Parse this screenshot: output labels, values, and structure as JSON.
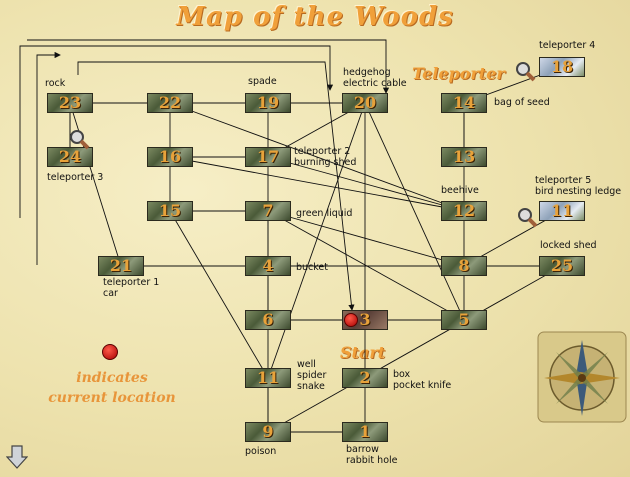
{
  "title": "Map of the Woods",
  "teleporter_heading": "Teleporter",
  "start_heading": "Start",
  "legend": {
    "line1": "indicates",
    "line2": "current location",
    "marker_color": "#d40000"
  },
  "current_location": "3",
  "nodes": [
    {
      "id": "1",
      "label": "barrow\nrabbit hole"
    },
    {
      "id": "2",
      "label": "box\npocket knife"
    },
    {
      "id": "3",
      "label": ""
    },
    {
      "id": "4",
      "label": "bucket"
    },
    {
      "id": "5",
      "label": ""
    },
    {
      "id": "6",
      "label": ""
    },
    {
      "id": "7",
      "label": "green liquid"
    },
    {
      "id": "8",
      "label": ""
    },
    {
      "id": "9",
      "label": "poison"
    },
    {
      "id": "11",
      "label": "well\nspider\nsnake"
    },
    {
      "id": "12",
      "label": "beehive"
    },
    {
      "id": "13",
      "label": ""
    },
    {
      "id": "14",
      "label": "bag of seed"
    },
    {
      "id": "15",
      "label": ""
    },
    {
      "id": "16",
      "label": ""
    },
    {
      "id": "17",
      "label": "teleporter 2\nburning shed"
    },
    {
      "id": "18",
      "label": "teleporter 4"
    },
    {
      "id": "19",
      "label": "spade"
    },
    {
      "id": "20",
      "label": "hedgehog\nelectric cable"
    },
    {
      "id": "21",
      "label": "teleporter 1\ncar"
    },
    {
      "id": "22",
      "label": ""
    },
    {
      "id": "23",
      "label": "rock"
    },
    {
      "id": "24",
      "label": "teleporter 3"
    },
    {
      "id": "25",
      "label": "locked shed"
    },
    {
      "id": "10",
      "label": "teleporter 5\nbird nesting ledge"
    }
  ],
  "node_numbers": {
    "10": "11"
  },
  "icons": {
    "teleporter": "magnifier-icon",
    "nav": "down-arrow-icon",
    "decoration": "compass-rose-icon"
  }
}
